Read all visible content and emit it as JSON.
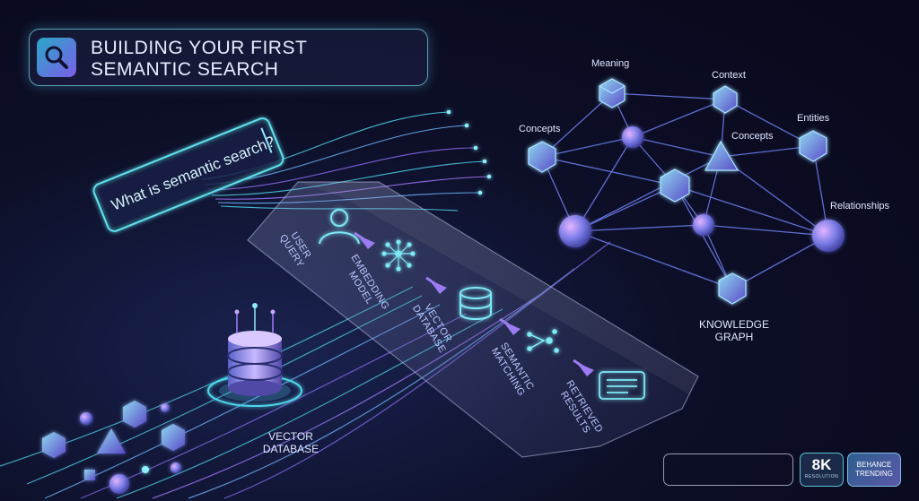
{
  "title": {
    "line1": "BUILDING YOUR FIRST",
    "line2": "SEMANTIC SEARCH"
  },
  "query": {
    "text": "What is semantic search?"
  },
  "pipeline": [
    {
      "line1": "USER",
      "line2": "QUERY"
    },
    {
      "line1": "EMBEDDING",
      "line2": "MODEL"
    },
    {
      "line1": "VECTOR",
      "line2": "DATABASE"
    },
    {
      "line1": "SEMANTIC",
      "line2": "MATCHING"
    },
    {
      "line1": "RETRIEVED",
      "line2": "RESULTS"
    }
  ],
  "graph_labels": {
    "meaning": "Meaning",
    "context": "Context",
    "concepts_left": "Concepts",
    "concepts_center": "Concepts",
    "entities": "Entities",
    "relationships": "Relationships",
    "graph_line1": "KNOWLEDGE",
    "graph_line2": "GRAPH"
  },
  "database_label": {
    "line1": "VECTOR",
    "line2": "DATABASE"
  },
  "badges": {
    "resolution_big": "8K",
    "resolution_small": "RESOLUTION",
    "behance_line1": "BEHANCE",
    "behance_line2": "TRENDING"
  },
  "icons": [
    "search-icon",
    "user-icon",
    "neural-network-icon",
    "database-icon",
    "matching-icon",
    "results-list-icon",
    "arrow-icon"
  ],
  "colors": {
    "cyan": "#4fd6e8",
    "violet": "#8a6cf0",
    "background": "#0b0b1f"
  }
}
